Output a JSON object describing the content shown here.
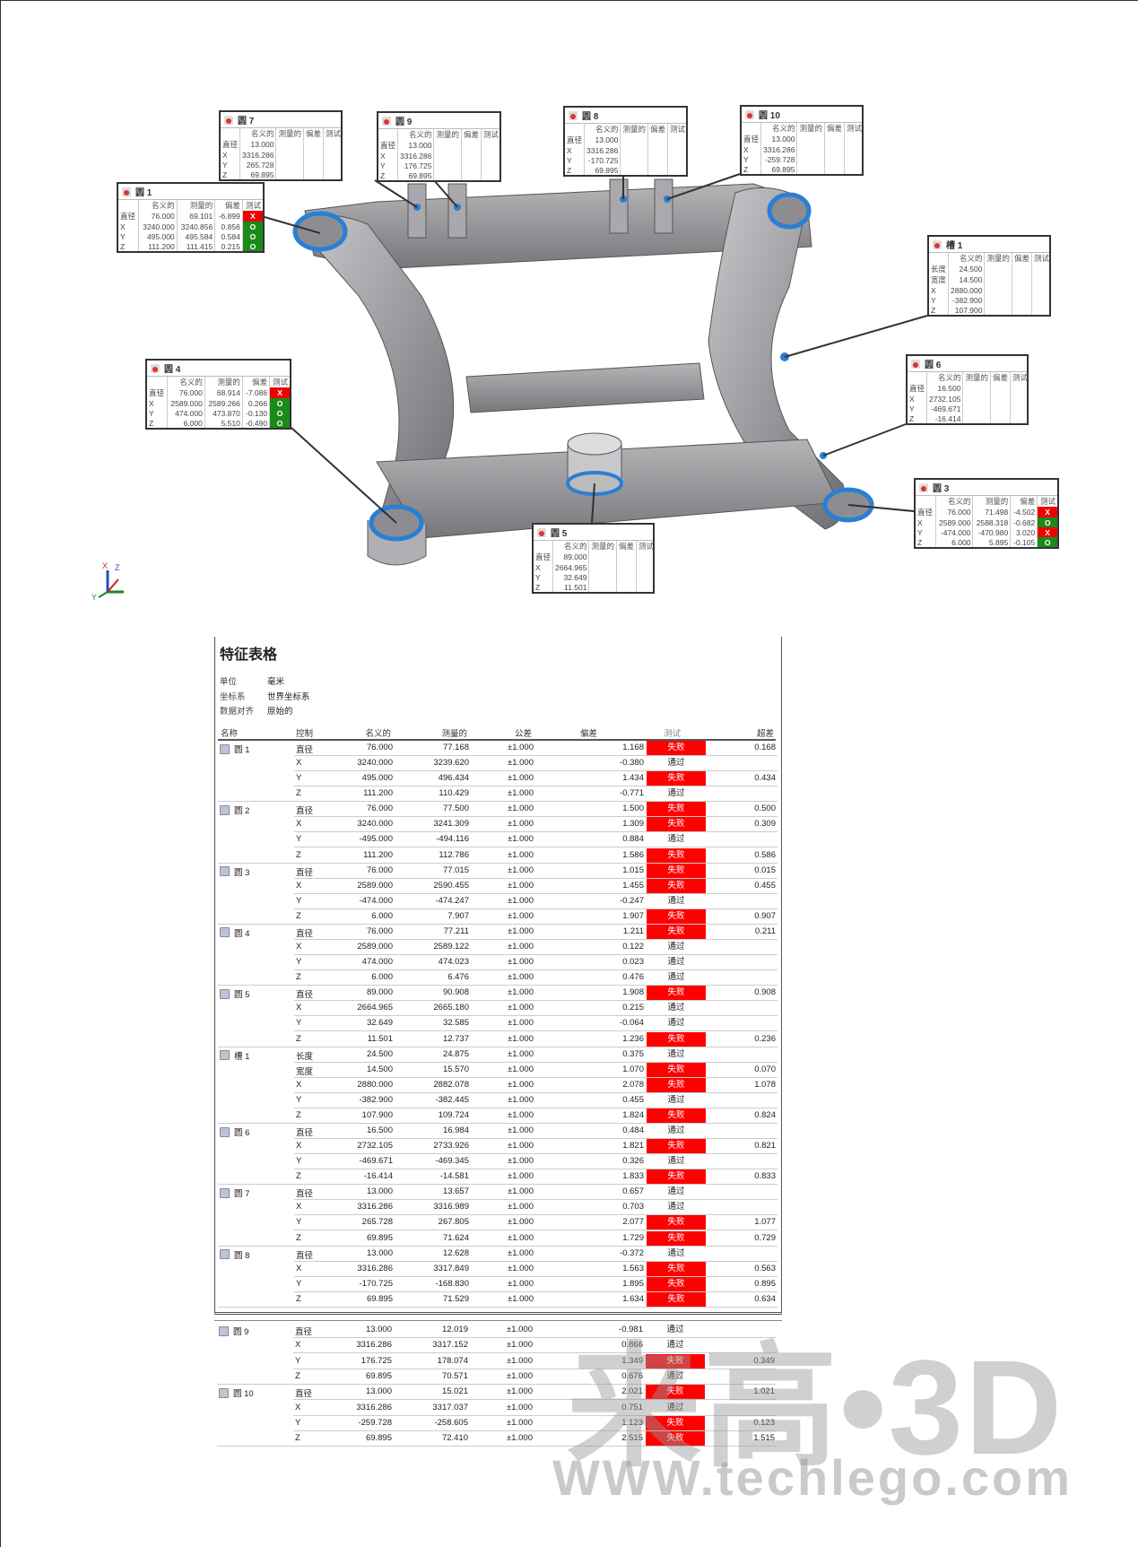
{
  "callout_headers": [
    "",
    "名义的",
    "测量的",
    "偏差",
    "测试"
  ],
  "callouts": [
    {
      "name": "圆 7",
      "rows": [
        [
          "直径",
          "13.000",
          "",
          "",
          ""
        ],
        [
          "X",
          "3316.286",
          "",
          "",
          ""
        ],
        [
          "Y",
          "265.728",
          "",
          "",
          ""
        ],
        [
          "Z",
          "69.895",
          "",
          "",
          ""
        ]
      ]
    },
    {
      "name": "圆 9",
      "rows": [
        [
          "直径",
          "13.000",
          "",
          "",
          ""
        ],
        [
          "X",
          "3316.286",
          "",
          "",
          ""
        ],
        [
          "Y",
          "176.725",
          "",
          "",
          ""
        ],
        [
          "Z",
          "69.895",
          "",
          "",
          ""
        ]
      ]
    },
    {
      "name": "圆 8",
      "rows": [
        [
          "直径",
          "13.000",
          "",
          "",
          ""
        ],
        [
          "X",
          "3316.286",
          "",
          "",
          ""
        ],
        [
          "Y",
          "-170.725",
          "",
          "",
          ""
        ],
        [
          "Z",
          "69.895",
          "",
          "",
          ""
        ]
      ]
    },
    {
      "name": "圆 10",
      "rows": [
        [
          "直径",
          "13.000",
          "",
          "",
          ""
        ],
        [
          "X",
          "3316.286",
          "",
          "",
          ""
        ],
        [
          "Y",
          "-259.728",
          "",
          "",
          ""
        ],
        [
          "Z",
          "69.895",
          "",
          "",
          ""
        ]
      ]
    },
    {
      "name": "圆 1",
      "rows": [
        [
          "直径",
          "76.000",
          "69.101",
          "-6.899",
          "X"
        ],
        [
          "X",
          "3240.000",
          "3240.856",
          "0.856",
          "O"
        ],
        [
          "Y",
          "495.000",
          "495.584",
          "0.584",
          "O"
        ],
        [
          "Z",
          "111.200",
          "111.415",
          "0.215",
          "O"
        ]
      ]
    },
    {
      "name": "槽 1",
      "rows": [
        [
          "长度",
          "24.500",
          "",
          "",
          ""
        ],
        [
          "宽度",
          "14.500",
          "",
          "",
          ""
        ],
        [
          "X",
          "2880.000",
          "",
          "",
          ""
        ],
        [
          "Y",
          "-382.900",
          "",
          "",
          ""
        ],
        [
          "Z",
          "107.900",
          "",
          "",
          ""
        ]
      ]
    },
    {
      "name": "圆 4",
      "rows": [
        [
          "直径",
          "76.000",
          "68.914",
          "-7.086",
          "X"
        ],
        [
          "X",
          "2589.000",
          "2589.266",
          "0.266",
          "O"
        ],
        [
          "Y",
          "474.000",
          "473.870",
          "-0.130",
          "O"
        ],
        [
          "Z",
          "6.000",
          "5.510",
          "-0.490",
          "O"
        ]
      ]
    },
    {
      "name": "圆 6",
      "rows": [
        [
          "直径",
          "16.500",
          "",
          "",
          ""
        ],
        [
          "X",
          "2732.105",
          "",
          "",
          ""
        ],
        [
          "Y",
          "-469.671",
          "",
          "",
          ""
        ],
        [
          "Z",
          "-16.414",
          "",
          "",
          ""
        ]
      ]
    },
    {
      "name": "圆 3",
      "rows": [
        [
          "直径",
          "76.000",
          "71.498",
          "-4.502",
          "X"
        ],
        [
          "X",
          "2589.000",
          "2588.318",
          "-0.682",
          "O"
        ],
        [
          "Y",
          "-474.000",
          "-470.980",
          "3.020",
          "X"
        ],
        [
          "Z",
          "6.000",
          "5.895",
          "-0.105",
          "O"
        ]
      ]
    },
    {
      "name": "圆 5",
      "rows": [
        [
          "直径",
          "89.000",
          "",
          "",
          ""
        ],
        [
          "X",
          "2664.965",
          "",
          "",
          ""
        ],
        [
          "Y",
          "32.649",
          "",
          "",
          ""
        ],
        [
          "Z",
          "11.501",
          "",
          "",
          ""
        ]
      ]
    }
  ],
  "axis_labels": {
    "x": "X",
    "y": "Y",
    "z": "Z"
  },
  "report": {
    "title": "特征表格",
    "info": [
      {
        "key": "单位",
        "value": "毫米"
      },
      {
        "key": "坐标系",
        "value": "世界坐标系"
      },
      {
        "key": "数据对齐",
        "value": "原始的"
      }
    ],
    "columns": [
      "名称",
      "控制",
      "名义的",
      "测量的",
      "公差",
      "偏差",
      "测试",
      "超差"
    ],
    "groups": [
      {
        "name": "圆 1",
        "rows": [
          [
            "直径",
            "76.000",
            "77.168",
            "±1.000",
            "1.168",
            "失败",
            "0.168"
          ],
          [
            "X",
            "3240.000",
            "3239.620",
            "±1.000",
            "-0.380",
            "通过",
            ""
          ],
          [
            "Y",
            "495.000",
            "496.434",
            "±1.000",
            "1.434",
            "失败",
            "0.434"
          ],
          [
            "Z",
            "111.200",
            "110.429",
            "±1.000",
            "-0.771",
            "通过",
            ""
          ]
        ]
      },
      {
        "name": "圆 2",
        "rows": [
          [
            "直径",
            "76.000",
            "77.500",
            "±1.000",
            "1.500",
            "失败",
            "0.500"
          ],
          [
            "X",
            "3240.000",
            "3241.309",
            "±1.000",
            "1.309",
            "失败",
            "0.309"
          ],
          [
            "Y",
            "-495.000",
            "-494.116",
            "±1.000",
            "0.884",
            "通过",
            ""
          ],
          [
            "Z",
            "111.200",
            "112.786",
            "±1.000",
            "1.586",
            "失败",
            "0.586"
          ]
        ]
      },
      {
        "name": "圆 3",
        "rows": [
          [
            "直径",
            "76.000",
            "77.015",
            "±1.000",
            "1.015",
            "失败",
            "0.015"
          ],
          [
            "X",
            "2589.000",
            "2590.455",
            "±1.000",
            "1.455",
            "失败",
            "0.455"
          ],
          [
            "Y",
            "-474.000",
            "-474.247",
            "±1.000",
            "-0.247",
            "通过",
            ""
          ],
          [
            "Z",
            "6.000",
            "7.907",
            "±1.000",
            "1.907",
            "失败",
            "0.907"
          ]
        ]
      },
      {
        "name": "圆 4",
        "rows": [
          [
            "直径",
            "76.000",
            "77.211",
            "±1.000",
            "1.211",
            "失败",
            "0.211"
          ],
          [
            "X",
            "2589.000",
            "2589.122",
            "±1.000",
            "0.122",
            "通过",
            ""
          ],
          [
            "Y",
            "474.000",
            "474.023",
            "±1.000",
            "0.023",
            "通过",
            ""
          ],
          [
            "Z",
            "6.000",
            "6.476",
            "±1.000",
            "0.476",
            "通过",
            ""
          ]
        ]
      },
      {
        "name": "圆 5",
        "rows": [
          [
            "直径",
            "89.000",
            "90.908",
            "±1.000",
            "1.908",
            "失败",
            "0.908"
          ],
          [
            "X",
            "2664.965",
            "2665.180",
            "±1.000",
            "0.215",
            "通过",
            ""
          ],
          [
            "Y",
            "32.649",
            "32.585",
            "±1.000",
            "-0.064",
            "通过",
            ""
          ],
          [
            "Z",
            "11.501",
            "12.737",
            "±1.000",
            "1.236",
            "失败",
            "0.236"
          ]
        ]
      },
      {
        "name": "槽 1",
        "rows": [
          [
            "长度",
            "24.500",
            "24.875",
            "±1.000",
            "0.375",
            "通过",
            ""
          ],
          [
            "宽度",
            "14.500",
            "15.570",
            "±1.000",
            "1.070",
            "失败",
            "0.070"
          ],
          [
            "X",
            "2880.000",
            "2882.078",
            "±1.000",
            "2.078",
            "失败",
            "1.078"
          ],
          [
            "Y",
            "-382.900",
            "-382.445",
            "±1.000",
            "0.455",
            "通过",
            ""
          ],
          [
            "Z",
            "107.900",
            "109.724",
            "±1.000",
            "1.824",
            "失败",
            "0.824"
          ]
        ]
      },
      {
        "name": "圆 6",
        "rows": [
          [
            "直径",
            "16.500",
            "16.984",
            "±1.000",
            "0.484",
            "通过",
            ""
          ],
          [
            "X",
            "2732.105",
            "2733.926",
            "±1.000",
            "1.821",
            "失败",
            "0.821"
          ],
          [
            "Y",
            "-469.671",
            "-469.345",
            "±1.000",
            "0.326",
            "通过",
            ""
          ],
          [
            "Z",
            "-16.414",
            "-14.581",
            "±1.000",
            "1.833",
            "失败",
            "0.833"
          ]
        ]
      },
      {
        "name": "圆 7",
        "rows": [
          [
            "直径",
            "13.000",
            "13.657",
            "±1.000",
            "0.657",
            "通过",
            ""
          ],
          [
            "X",
            "3316.286",
            "3316.989",
            "±1.000",
            "0.703",
            "通过",
            ""
          ],
          [
            "Y",
            "265.728",
            "267.805",
            "±1.000",
            "2.077",
            "失败",
            "1.077"
          ],
          [
            "Z",
            "69.895",
            "71.624",
            "±1.000",
            "1.729",
            "失败",
            "0.729"
          ]
        ]
      },
      {
        "name": "圆 8",
        "rows": [
          [
            "直径",
            "13.000",
            "12.628",
            "±1.000",
            "-0.372",
            "通过",
            ""
          ],
          [
            "X",
            "3316.286",
            "3317.849",
            "±1.000",
            "1.563",
            "失败",
            "0.563"
          ],
          [
            "Y",
            "-170.725",
            "-168.830",
            "±1.000",
            "1.895",
            "失败",
            "0.895"
          ],
          [
            "Z",
            "69.895",
            "71.529",
            "±1.000",
            "1.634",
            "失败",
            "0.634"
          ]
        ]
      }
    ],
    "groups_page2": [
      {
        "name": "圆 9",
        "rows": [
          [
            "直径",
            "13.000",
            "12.019",
            "±1.000",
            "-0.981",
            "通过",
            ""
          ],
          [
            "X",
            "3316.286",
            "3317.152",
            "±1.000",
            "0.866",
            "通过",
            ""
          ],
          [
            "Y",
            "176.725",
            "178.074",
            "±1.000",
            "1.349",
            "失败",
            "0.349"
          ],
          [
            "Z",
            "69.895",
            "70.571",
            "±1.000",
            "0.676",
            "通过",
            ""
          ]
        ]
      },
      {
        "name": "圆 10",
        "rows": [
          [
            "直径",
            "13.000",
            "15.021",
            "±1.000",
            "2.021",
            "失败",
            "1.021"
          ],
          [
            "X",
            "3316.286",
            "3317.037",
            "±1.000",
            "0.751",
            "通过",
            ""
          ],
          [
            "Y",
            "-259.728",
            "-258.605",
            "±1.000",
            "1.123",
            "失败",
            "0.123"
          ],
          [
            "Z",
            "69.895",
            "72.410",
            "±1.000",
            "2.515",
            "失败",
            "1.515"
          ]
        ]
      }
    ]
  },
  "watermark": {
    "logo": "来高•3D",
    "url": "WWW.techlego.com"
  },
  "colors": {
    "fail": "#ff0000",
    "pass_mark": "#1a8a1a",
    "highlight_ring": "#2a7fd4"
  }
}
